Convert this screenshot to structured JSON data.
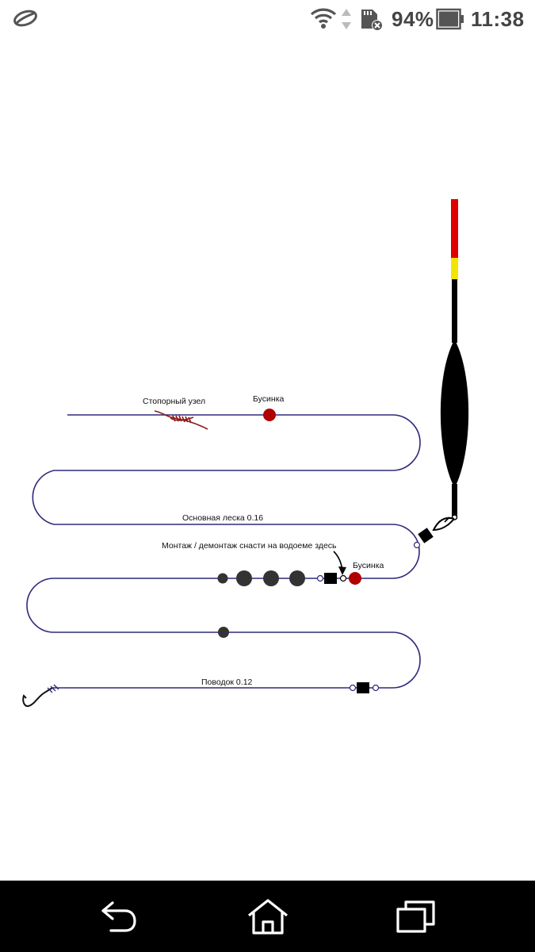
{
  "status_bar": {
    "app_icon": "leaf-icon",
    "wifi_icon": "wifi-icon",
    "data_icon": "data-arrows-icon",
    "sd_icon": "sd-card-icon",
    "battery_percent": "94%",
    "battery_icon": "battery-icon",
    "time": "11:38"
  },
  "diagram": {
    "labels": {
      "stopper_knot": "Стопорный узел",
      "bead_top": "Бусинка",
      "main_line": "Основная леска 0.16",
      "mount_here": "Монтаж / демонтаж снасти на водоеме здесь",
      "bead_bottom": "Бусинка",
      "leader": "Поводок 0.12"
    },
    "colors": {
      "line": "#2e2a7a",
      "bead": "#b00000",
      "float_tip_red": "#e00000",
      "float_tip_yellow": "#f2e600",
      "float_body": "#000000",
      "sinker": "#333333",
      "stopper_knot": "#8b1a1a"
    },
    "icons": [
      "float-icon",
      "hook-icon",
      "swivel-icon",
      "snap-icon",
      "sinker-icon"
    ]
  },
  "nav_bar": {
    "back_icon": "back-icon",
    "home_icon": "home-icon",
    "recents_icon": "recents-icon"
  }
}
